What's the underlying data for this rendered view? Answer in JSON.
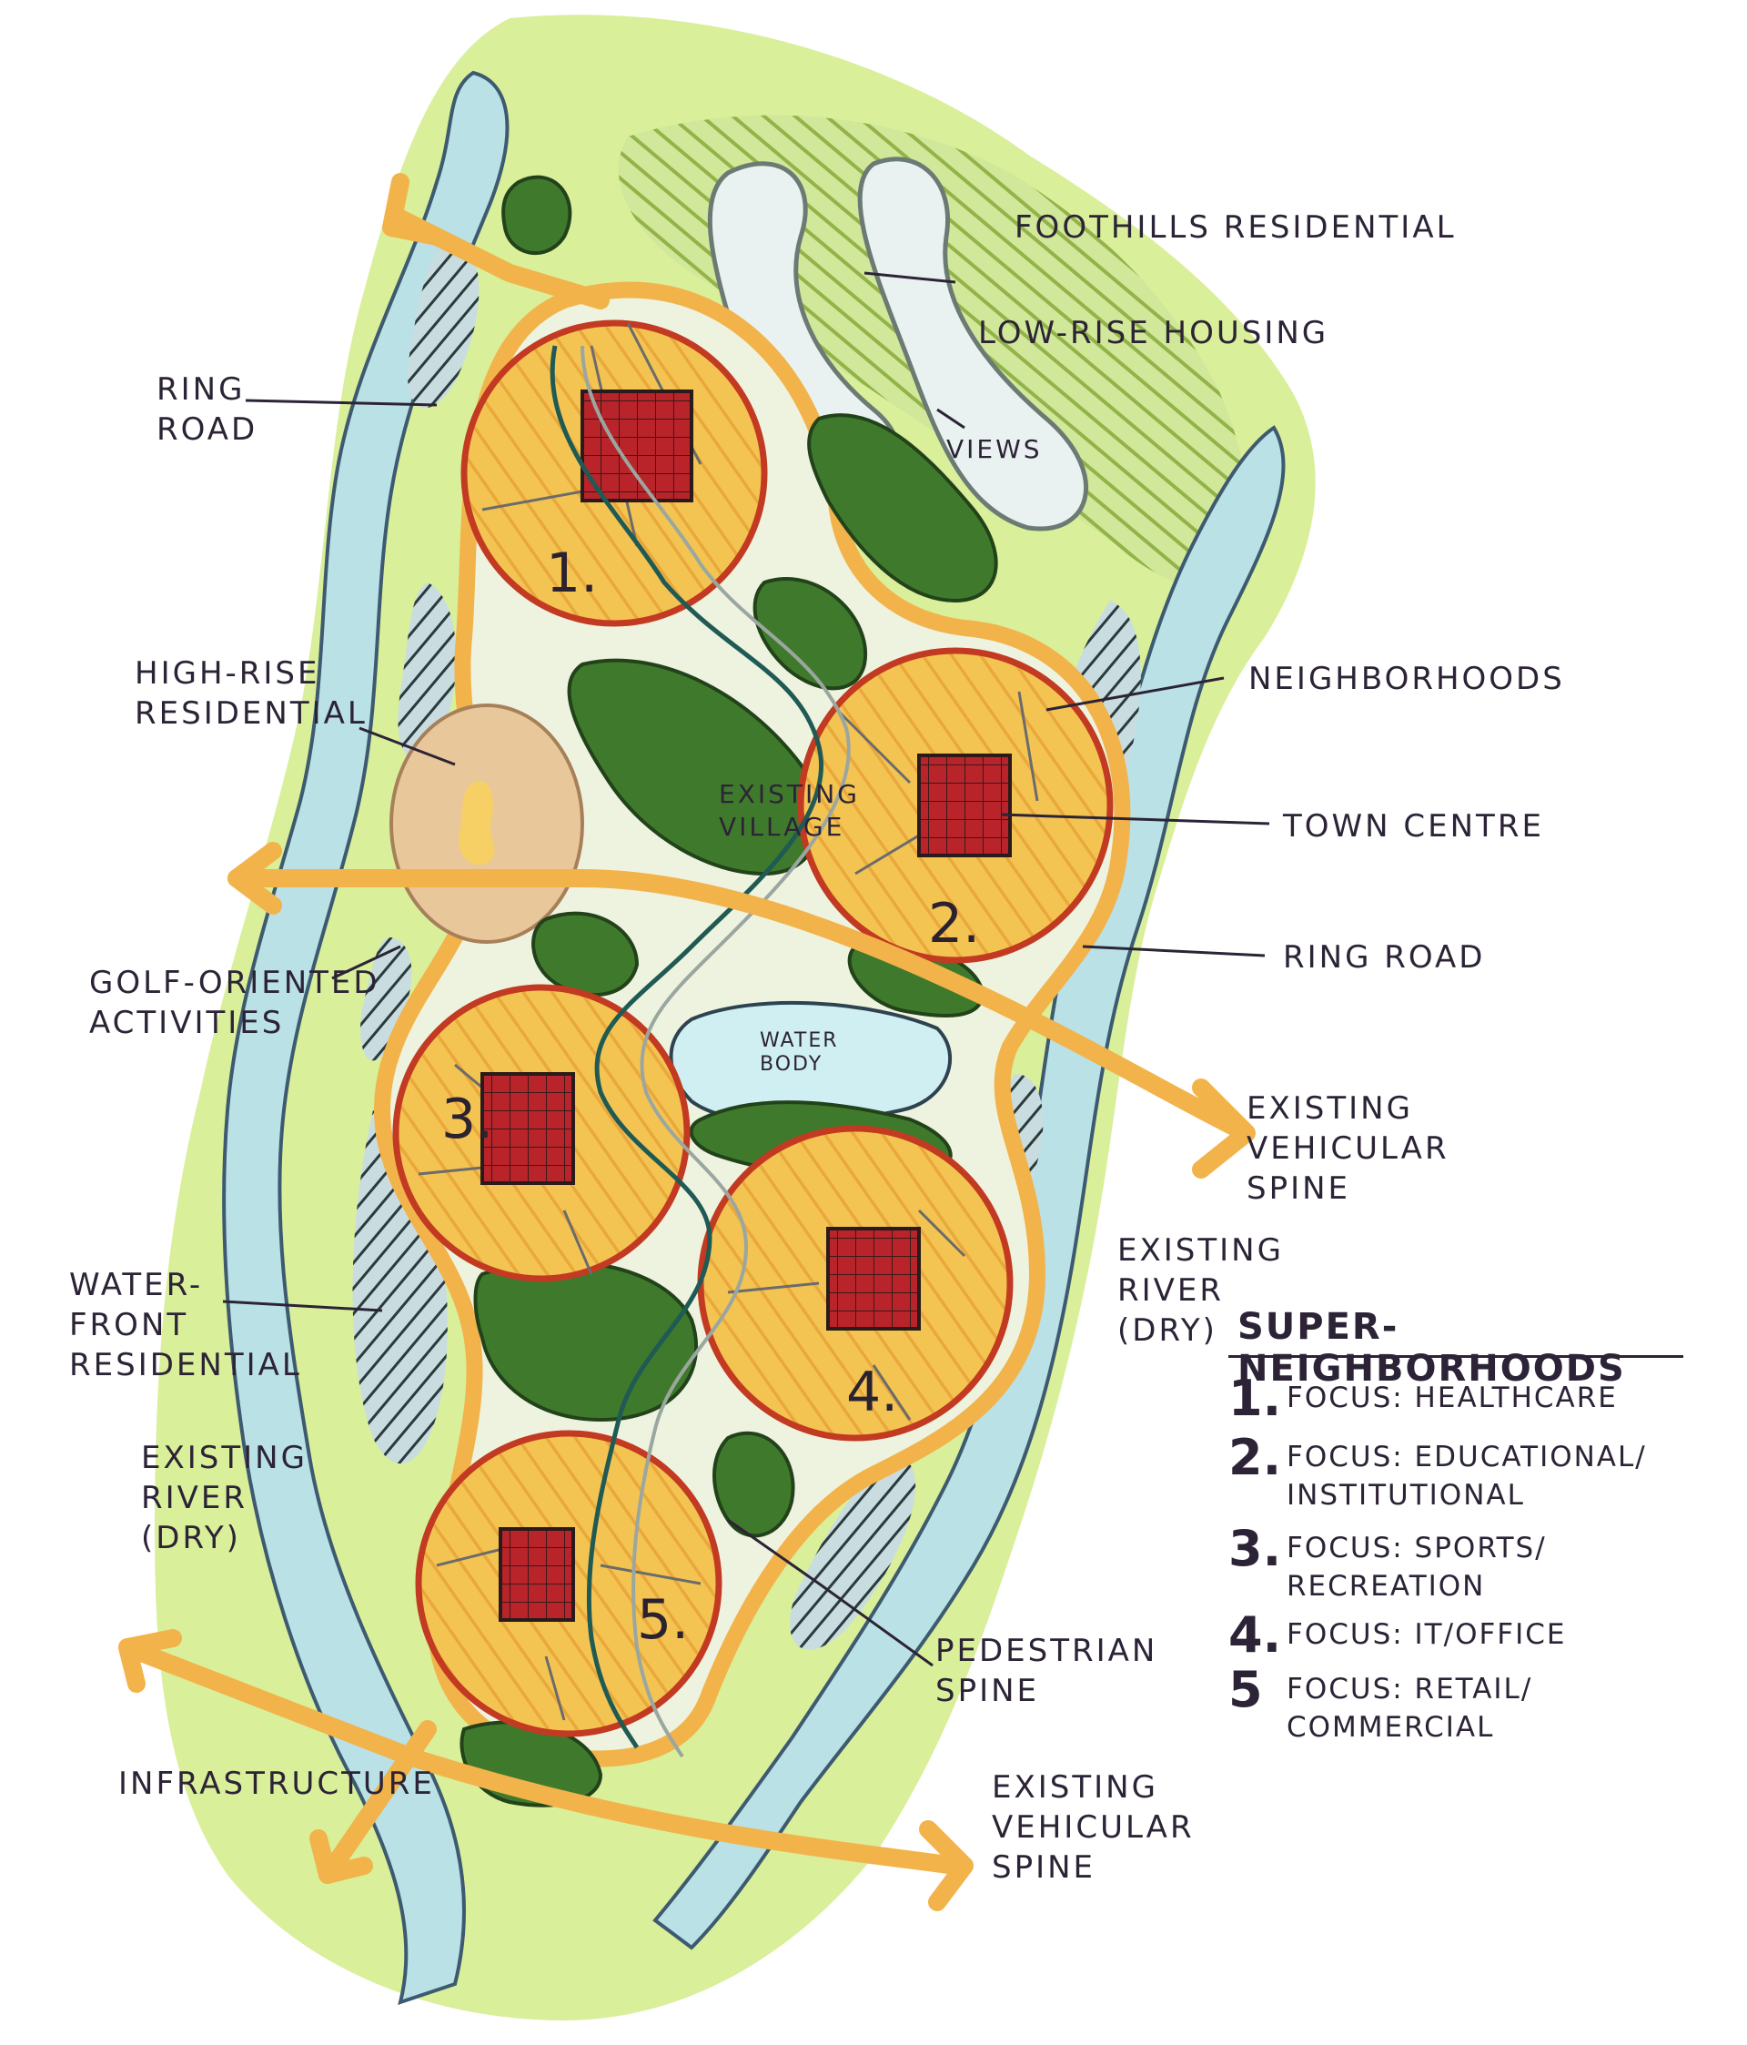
{
  "labels": {
    "foothills": "FOOTHILLS RESIDENTIAL",
    "low_rise": "LOW-RISE HOUSING",
    "views": "VIEWS",
    "ring_road_left": "RING\nROAD",
    "high_rise": "HIGH-RISE\nRESIDENTIAL",
    "existing_village": "EXISTING\nVILLAGE",
    "neighborhoods": "NEIGHBORHOODS",
    "town_centre": "TOWN CENTRE",
    "ring_road_right": "RING ROAD",
    "golf": "GOLF-ORIENTED\nACTIVITIES",
    "water_body": "WATER\nBODY",
    "vehicular_spine_right": "EXISTING\nVEHICULAR\nSPINE",
    "existing_river_right": "EXISTING\nRIVER\n(DRY)",
    "waterfront": "WATER-\nFRONT\nRESIDENTIAL",
    "existing_river_left": "EXISTING\nRIVER\n(DRY)",
    "pedestrian_spine": "PEDESTRIAN\nSPINE",
    "infrastructure": "INFRASTRUCTURE",
    "vehicular_spine_bottom": "EXISTING\nVEHICULAR\nSPINE"
  },
  "neighborhood_numbers": [
    "1.",
    "2.",
    "3.",
    "4.",
    "5."
  ],
  "legend": {
    "title": "SUPER-NEIGHBORHOODS",
    "items": [
      {
        "num": "1.",
        "text": "FOCUS: HEALTHCARE"
      },
      {
        "num": "2.",
        "text": "FOCUS: EDUCATIONAL/\nINSTITUTIONAL"
      },
      {
        "num": "3.",
        "text": "FOCUS: SPORTS/\nRECREATION"
      },
      {
        "num": "4.",
        "text": "FOCUS: IT/OFFICE"
      },
      {
        "num": "5",
        "text": "FOCUS: RETAIL/\nCOMMERCIAL"
      }
    ]
  },
  "colors": {
    "site_green": "#d9ef9a",
    "river": "#b9e1e6",
    "ring_road": "#f2b34a",
    "neighborhood_fill": "#f4c452",
    "neighborhood_edge": "#c23a22",
    "town_centre": "#b8242a",
    "trees": "#3f7a2c",
    "hatching": "#2b3a3c",
    "high_rise": "#e8c79a",
    "water_body": "#cfeff2",
    "ink": "#2c2436"
  }
}
